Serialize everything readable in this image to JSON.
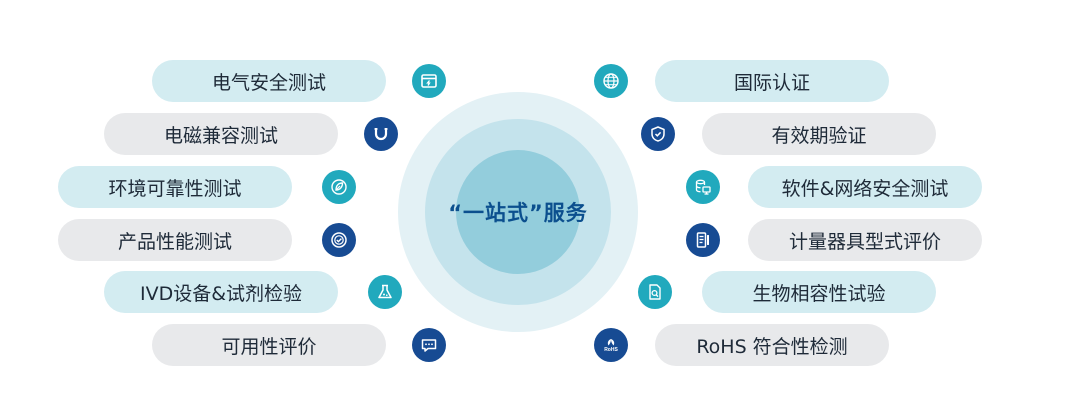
{
  "center": {
    "title": "“一站式”服务"
  },
  "left_items": [
    {
      "label": "电气安全测试",
      "style": "teal",
      "icon": "window-icon",
      "icon_color": "teal"
    },
    {
      "label": "电磁兼容测试",
      "style": "grey",
      "icon": "magnet-icon",
      "icon_color": "navy"
    },
    {
      "label": "环境可靠性测试",
      "style": "teal",
      "icon": "leaf-icon",
      "icon_color": "teal"
    },
    {
      "label": "产品性能测试",
      "style": "grey",
      "icon": "badge-check-icon",
      "icon_color": "navy"
    },
    {
      "label": "IVD设备&试剂检验",
      "style": "teal",
      "icon": "flask-icon",
      "icon_color": "teal"
    },
    {
      "label": "可用性评价",
      "style": "grey",
      "icon": "chat-icon",
      "icon_color": "navy"
    }
  ],
  "right_items": [
    {
      "label": "国际认证",
      "style": "teal",
      "icon": "globe-icon",
      "icon_color": "teal"
    },
    {
      "label": "有效期验证",
      "style": "grey",
      "icon": "shield-check-icon",
      "icon_color": "navy"
    },
    {
      "label": "软件&网络安全测试",
      "style": "teal",
      "icon": "database-monitor-icon",
      "icon_color": "teal"
    },
    {
      "label": "计量器具型式评价",
      "style": "grey",
      "icon": "document-icon",
      "icon_color": "navy"
    },
    {
      "label": "生物相容性试验",
      "style": "teal",
      "icon": "document-search-icon",
      "icon_color": "teal"
    },
    {
      "label": "RoHS 符合性检测",
      "style": "grey",
      "icon": "rohs-icon",
      "icon_color": "navy"
    }
  ],
  "rohs_icon_text": "RoHS",
  "colors": {
    "teal": "#21a9bd",
    "navy": "#174b93",
    "teal_pill": "#d3ecf1",
    "grey_pill": "#e8e9eb",
    "title": "#0b4f8e"
  }
}
